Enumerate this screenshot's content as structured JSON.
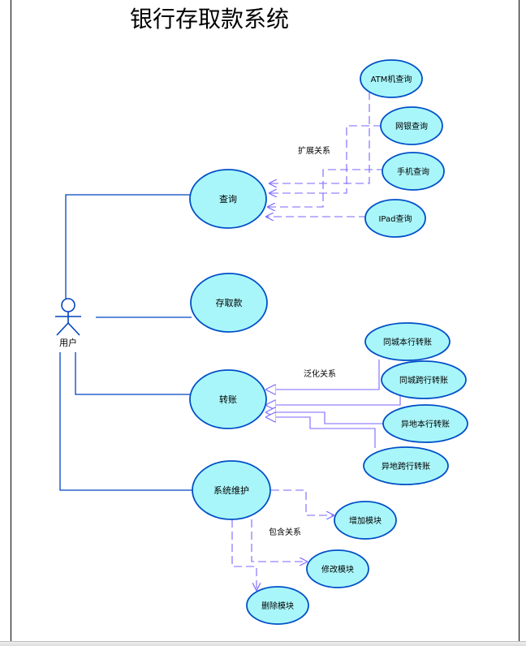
{
  "title": "银行存取款系统",
  "actor": {
    "name": "用户"
  },
  "relations": {
    "extend": "扩展关系",
    "generalize": "泛化关系",
    "include": "包含关系"
  },
  "use_cases": {
    "query": "查询",
    "deposit": "存取款",
    "transfer": "转账",
    "maintenance": "系统维护"
  },
  "query_children": [
    "ATM机查询",
    "网银查询",
    "手机查询",
    "IPad查询"
  ],
  "transfer_children": [
    "同城本行转账",
    "同城跨行转账",
    "异地本行转账",
    "异地跨行转账"
  ],
  "maintenance_children": [
    "增加模块",
    "修改模块",
    "删除模块"
  ],
  "colors": {
    "ellipse_fill": "#a9f6fa",
    "ellipse_stroke": "#0050c8",
    "line": "#0044c0",
    "extend_line": "#7a66ff"
  }
}
